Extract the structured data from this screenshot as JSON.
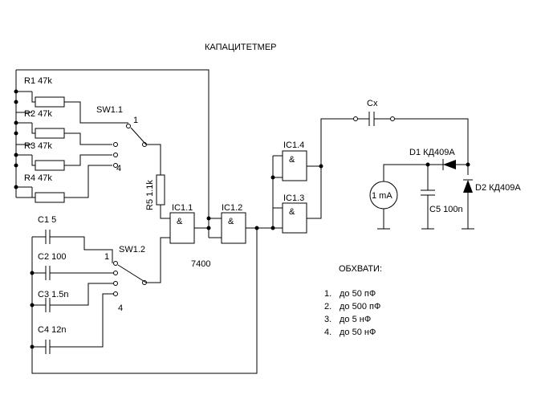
{
  "title": "КАПАЦИТЕТМЕР",
  "components": {
    "r1": "R1 47k",
    "r2": "R2 47k",
    "r3": "R3 47k",
    "r4": "R4 47k",
    "r5": "R5 1.1k",
    "c1": "C1 5",
    "c2": "C2 100",
    "c3": "C3 1.5n",
    "c4": "C4 12n",
    "c5": "C5 100n",
    "cx": "Cx",
    "d1": "D1 КД409А",
    "d2": "D2 КД409А",
    "meter": "1 mA",
    "sw1_1": "SW1.1",
    "sw1_2": "SW1.2",
    "ic1_1": "IC1.1",
    "ic1_2": "IC1.2",
    "ic1_3": "IC1.3",
    "ic1_4": "IC1.4",
    "chip": "7400",
    "gate_symbol": "&",
    "pos_first": "1",
    "pos_last": "4"
  },
  "ranges": {
    "heading": "ОБХВАТИ:",
    "items": [
      {
        "num": "1.",
        "text": "до 50 пФ"
      },
      {
        "num": "2.",
        "text": "до 500 пФ"
      },
      {
        "num": "3.",
        "text": "до 5 нФ"
      },
      {
        "num": "4.",
        "text": "до 50 нФ"
      }
    ]
  }
}
